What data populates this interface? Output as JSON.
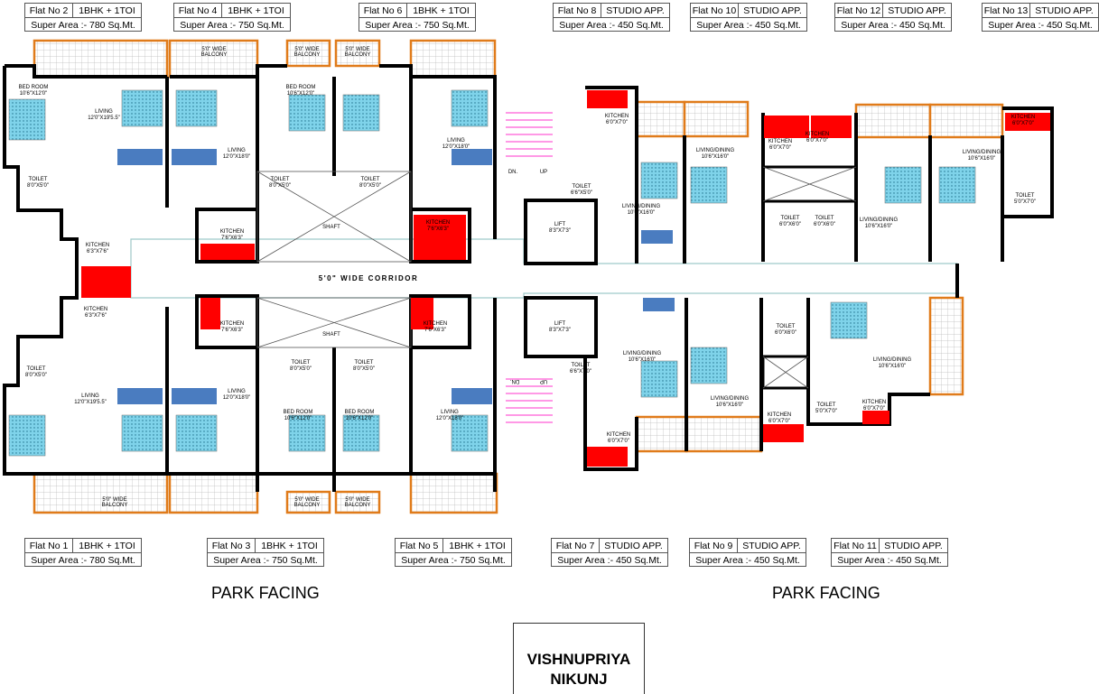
{
  "flats_top": [
    {
      "no": "Flat No 2",
      "type": "1BHK + 1TOI",
      "area": "Super Area :- 780 Sq.Mt."
    },
    {
      "no": "Flat No 4",
      "type": "1BHK + 1TOI",
      "area": "Super Area :- 750 Sq.Mt."
    },
    {
      "no": "Flat No 6",
      "type": "1BHK + 1TOI",
      "area": "Super Area :- 750 Sq.Mt."
    },
    {
      "no": "Flat No 8",
      "type": "STUDIO APP.",
      "area": "Super Area :- 450 Sq.Mt."
    },
    {
      "no": "Flat No 10",
      "type": "STUDIO APP.",
      "area": "Super Area :- 450 Sq.Mt."
    },
    {
      "no": "Flat No 12",
      "type": "STUDIO APP.",
      "area": "Super Area :- 450 Sq.Mt."
    },
    {
      "no": "Flat No 13",
      "type": "STUDIO APP.",
      "area": "Super Area :- 450 Sq.Mt."
    }
  ],
  "flats_bottom": [
    {
      "no": "Flat No 1",
      "type": "1BHK + 1TOI",
      "area": "Super Area :- 780 Sq.Mt."
    },
    {
      "no": "Flat No 3",
      "type": "1BHK + 1TOI",
      "area": "Super Area :- 750 Sq.Mt."
    },
    {
      "no": "Flat No 5",
      "type": "1BHK + 1TOI",
      "area": "Super Area :- 750 Sq.Mt."
    },
    {
      "no": "Flat No 7",
      "type": "STUDIO APP.",
      "area": "Super Area :- 450 Sq.Mt."
    },
    {
      "no": "Flat No 9",
      "type": "STUDIO APP.",
      "area": "Super Area :- 450 Sq.Mt."
    },
    {
      "no": "Flat No 11",
      "type": "STUDIO APP.",
      "area": "Super Area :- 450 Sq.Mt."
    }
  ],
  "park_facing": "PARK FACING",
  "project": {
    "line1": "VISHNUPRIYA",
    "line2": "NIKUNJ"
  },
  "plan": {
    "corridor": "5'0\" WIDE CORRIDOR",
    "shaft": "SHAFT",
    "dn": "DN.",
    "up": "UP",
    "balcony": {
      "name": "BALCONY",
      "wide": "5'0\" WIDE"
    },
    "rooms_top": [
      {
        "name": "BED ROOM",
        "dim": "10'6\"X12'0\""
      },
      {
        "name": "LIVING",
        "dim": "12'0\"X19'5.5\""
      },
      {
        "name": "LIVING",
        "dim": "12'0\"X18'0\""
      },
      {
        "name": "BED ROOM",
        "dim": "10'6\"X12'0\""
      },
      {
        "name": "LIVING",
        "dim": "12'0\"X18'0\""
      },
      {
        "name": "TOILET",
        "dim": "8'0\"X5'0\""
      },
      {
        "name": "TOILET",
        "dim": "8'0\"X5'0\""
      },
      {
        "name": "TOILET",
        "dim": "8'0\"X5'0\""
      },
      {
        "name": "KITCHEN",
        "dim": "6'3\"X7'6\""
      },
      {
        "name": "KITCHEN",
        "dim": "7'6\"X6'3\""
      },
      {
        "name": "KITCHEN",
        "dim": "7'6\"X6'3\""
      },
      {
        "name": "TOILET",
        "dim": "6'6\"X5'0\""
      },
      {
        "name": "LIFT",
        "dim": "8'3\"X7'3\""
      },
      {
        "name": "KITCHEN",
        "dim": "6'0\"X7'0\""
      },
      {
        "name": "LIVING/DINING",
        "dim": "10'6\"X16'0\""
      },
      {
        "name": "LIVING/DINING",
        "dim": "10'6\"X16'0\""
      },
      {
        "name": "KITCHEN",
        "dim": "6'0\"X7'0\""
      },
      {
        "name": "KITCHEN",
        "dim": "6'0\"X7'0\""
      },
      {
        "name": "TOILET",
        "dim": "6'0\"X6'0\""
      },
      {
        "name": "TOILET",
        "dim": "6'0\"X6'0\""
      },
      {
        "name": "LIVING/DINING",
        "dim": "10'6\"X16'0\""
      },
      {
        "name": "LIVING/DINING",
        "dim": "10'6\"X16'0\""
      },
      {
        "name": "KITCHEN",
        "dim": "6'0\"X7'0\""
      },
      {
        "name": "TOILET",
        "dim": "5'0\"X7'0\""
      }
    ],
    "rooms_bottom": [
      {
        "name": "KITCHEN",
        "dim": "6'3\"X7'6\""
      },
      {
        "name": "TOILET",
        "dim": "8'0\"X5'0\""
      },
      {
        "name": "LIVING",
        "dim": "12'0\"X19'5.5\""
      },
      {
        "name": "LIVING",
        "dim": "12'0\"X18'0\""
      },
      {
        "name": "KITCHEN",
        "dim": "7'6\"X6'3\""
      },
      {
        "name": "KITCHEN",
        "dim": "7'6\"X6'3\""
      },
      {
        "name": "TOILET",
        "dim": "8'0\"X5'0\""
      },
      {
        "name": "TOILET",
        "dim": "8'0\"X5'0\""
      },
      {
        "name": "BED ROOM",
        "dim": "10'6\"X12'0\""
      },
      {
        "name": "BED ROOM",
        "dim": "10'6\"X12'0\""
      },
      {
        "name": "LIVING",
        "dim": "12'0\"X18'0\""
      },
      {
        "name": "LIFT",
        "dim": "8'3\"X7'3\""
      },
      {
        "name": "TOILET",
        "dim": "6'6\"X7'0\""
      },
      {
        "name": "KITCHEN",
        "dim": "6'0\"X7'0\""
      },
      {
        "name": "LIVING/DINING",
        "dim": "10'6\"X16'0\""
      },
      {
        "name": "LIVING/DINING",
        "dim": "10'6\"X16'0\""
      },
      {
        "name": "TOILET",
        "dim": "6'0\"X6'0\""
      },
      {
        "name": "KITCHEN",
        "dim": "6'0\"X7'0\""
      },
      {
        "name": "TOILET",
        "dim": "5'0\"X7'0\""
      },
      {
        "name": "KITCHEN",
        "dim": "6'0\"X7'0\""
      },
      {
        "name": "LIVING/DINING",
        "dim": "10'6\"X16'0\""
      }
    ]
  },
  "colors": {
    "wall": "#000000",
    "balcony_border": "#e07b1a",
    "kitchen": "#ff0000",
    "bed": "#5bc8e0",
    "sofa": "#4a7cc0",
    "stairs": "#ff33cc",
    "corridor_edge": "#9fc9c9"
  }
}
